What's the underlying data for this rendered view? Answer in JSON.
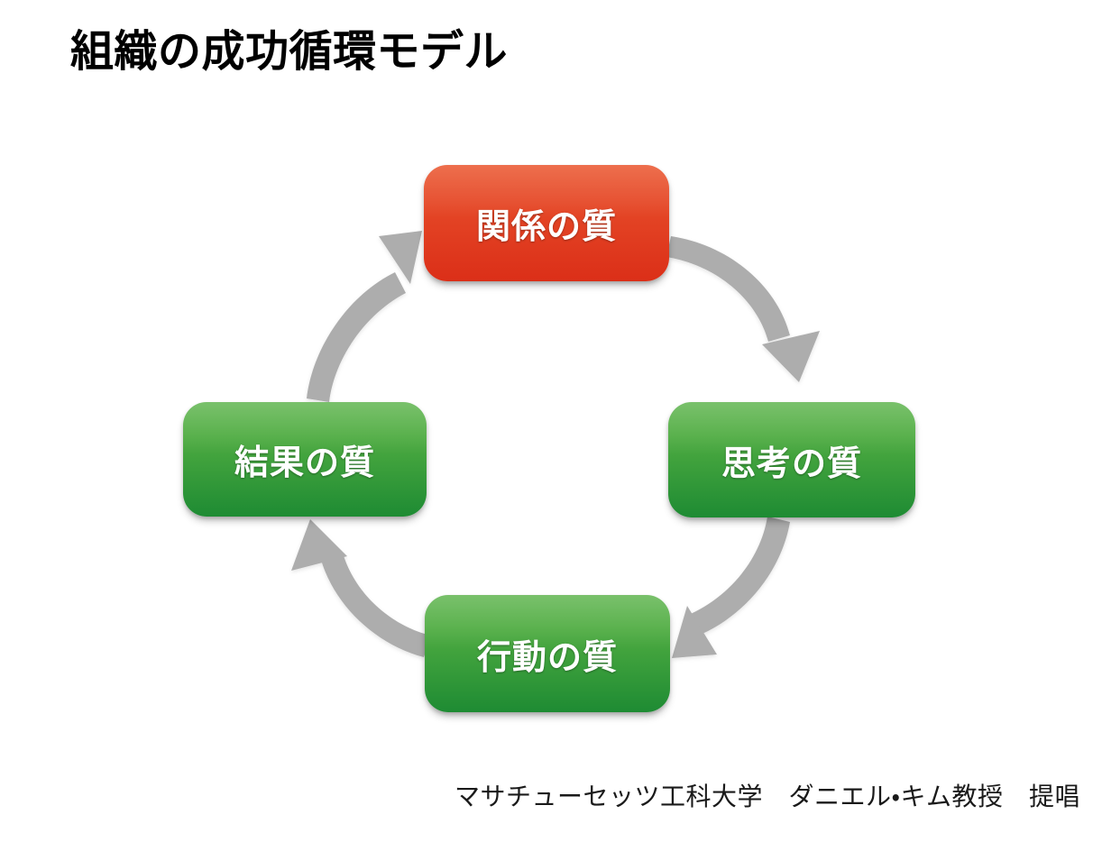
{
  "slide": {
    "title": "組織の成功循環モデル",
    "caption": "マサチューセッツ工科大学　ダニエル・キム教授　提唱",
    "background_color": "#ffffff"
  },
  "colors": {
    "title_text": "#000000",
    "caption_text": "#1a1a1a",
    "red_node_top": "#e94f26",
    "red_node_bottom": "#db2f18",
    "green_node_top": "#5cb34b",
    "green_node_bottom": "#1e8b33",
    "arrow": "#adadad",
    "node_label_text": "#ffffff"
  },
  "cycle": {
    "nodes": [
      {
        "id": "relationship",
        "label": "関係の質",
        "position": "top",
        "color": "red"
      },
      {
        "id": "thinking",
        "label": "思考の質",
        "position": "right",
        "color": "green"
      },
      {
        "id": "action",
        "label": "行動の質",
        "position": "bottom",
        "color": "green"
      },
      {
        "id": "result",
        "label": "結果の質",
        "position": "left",
        "color": "green"
      }
    ],
    "arrows": [
      {
        "id": "arrow-relationship-to-thinking",
        "from": "関係の質",
        "to": "思考の質",
        "direction": "clockwise"
      },
      {
        "id": "arrow-thinking-to-action",
        "from": "思考の質",
        "to": "行動の質",
        "direction": "clockwise"
      },
      {
        "id": "arrow-action-to-result",
        "from": "行動の質",
        "to": "結果の質",
        "direction": "clockwise"
      },
      {
        "id": "arrow-result-to-relationship",
        "from": "結果の質",
        "to": "関係の質",
        "direction": "clockwise"
      }
    ]
  }
}
